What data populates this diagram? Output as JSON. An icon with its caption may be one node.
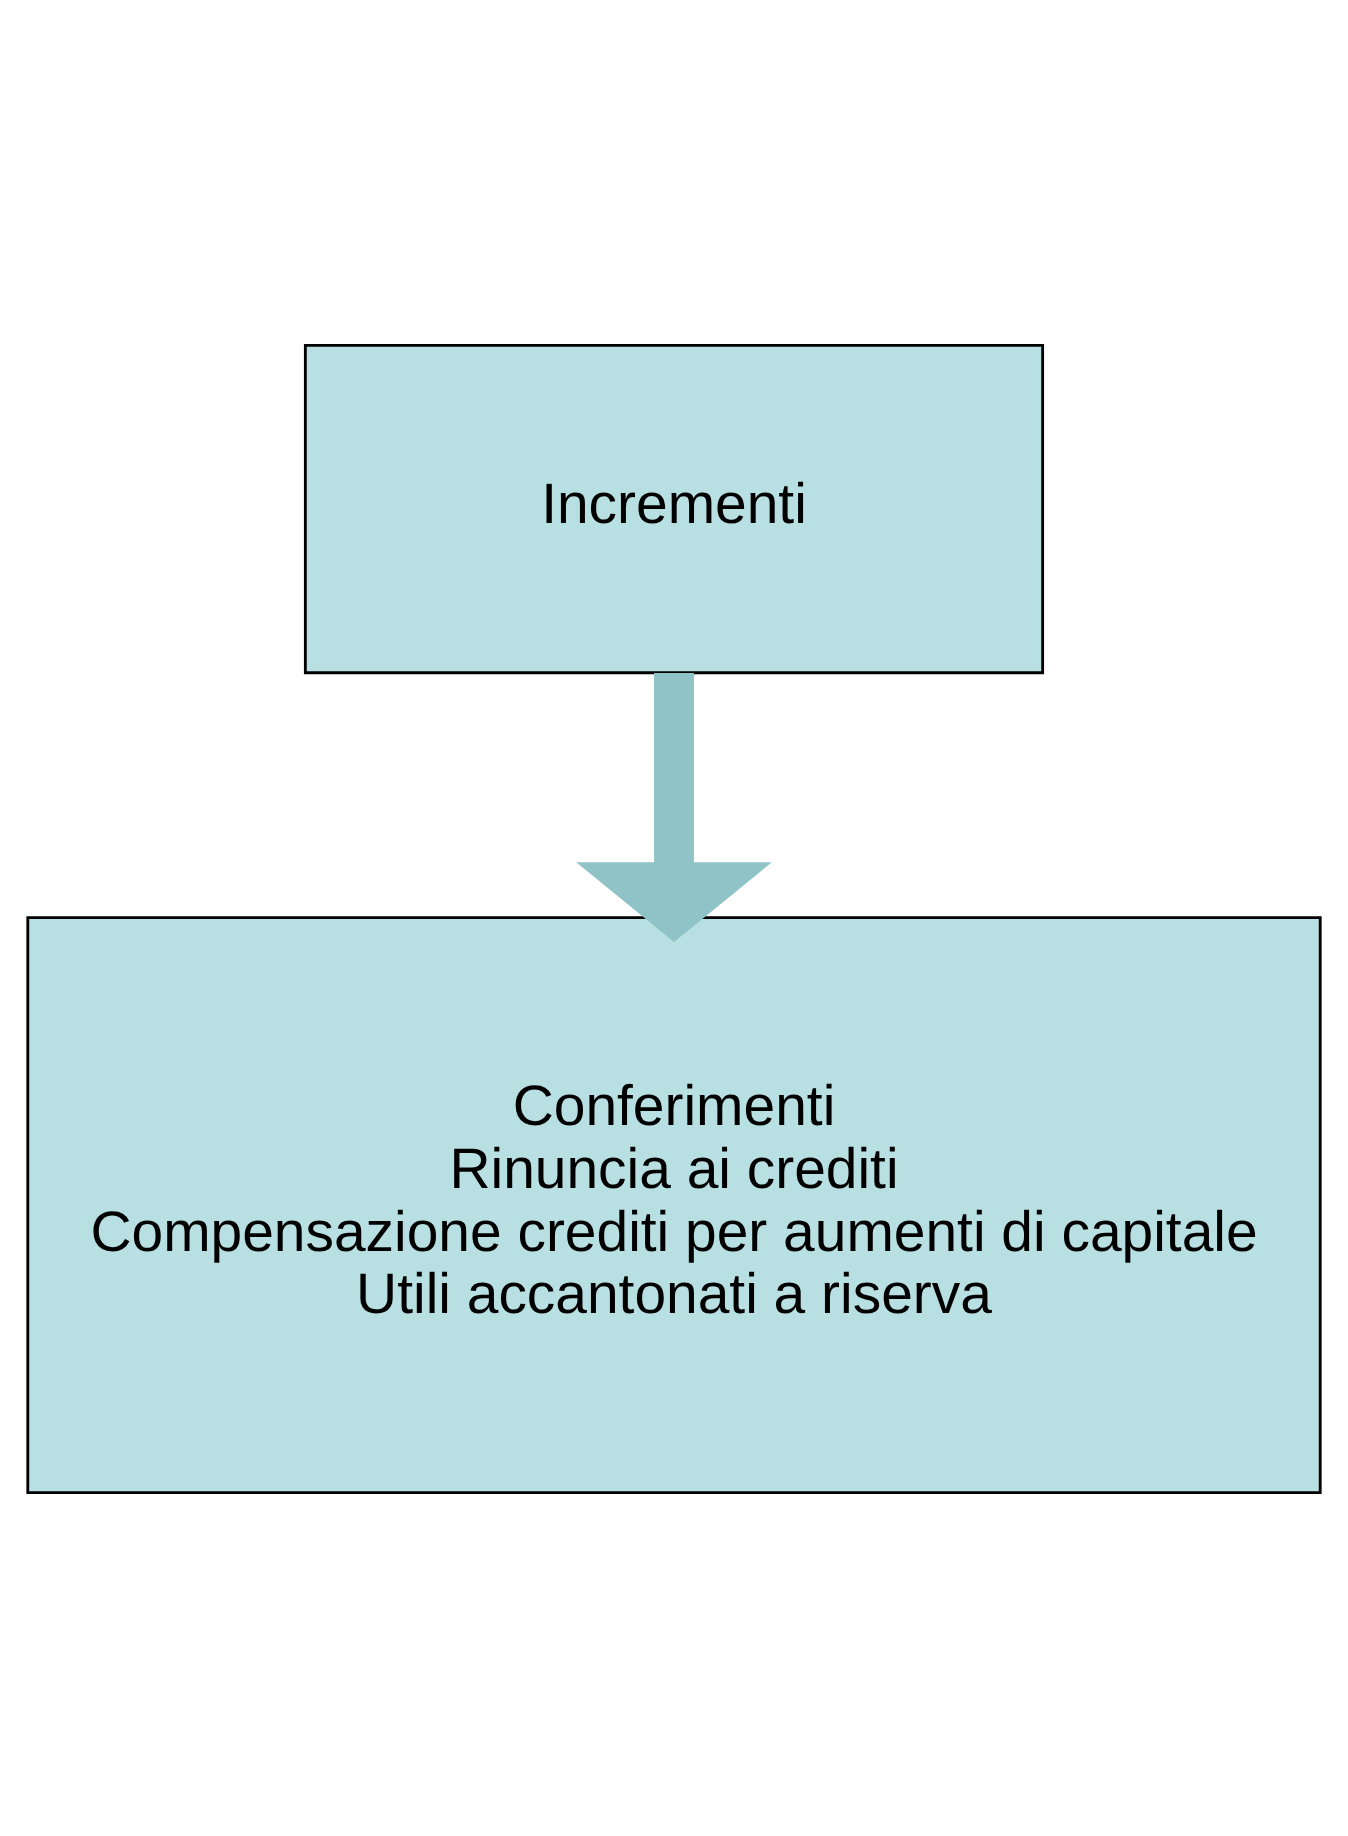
{
  "diagram": {
    "nodes": [
      {
        "text": [
          "Incrementi"
        ]
      },
      {
        "text": [
          "Conferimenti",
          "Rinuncia ai crediti",
          "Compensazione crediti per aumenti di capitale",
          "Utili accantonati a riserva"
        ]
      }
    ],
    "edges": [
      {
        "from": 0,
        "to": 1,
        "arrow": "to"
      }
    ]
  }
}
